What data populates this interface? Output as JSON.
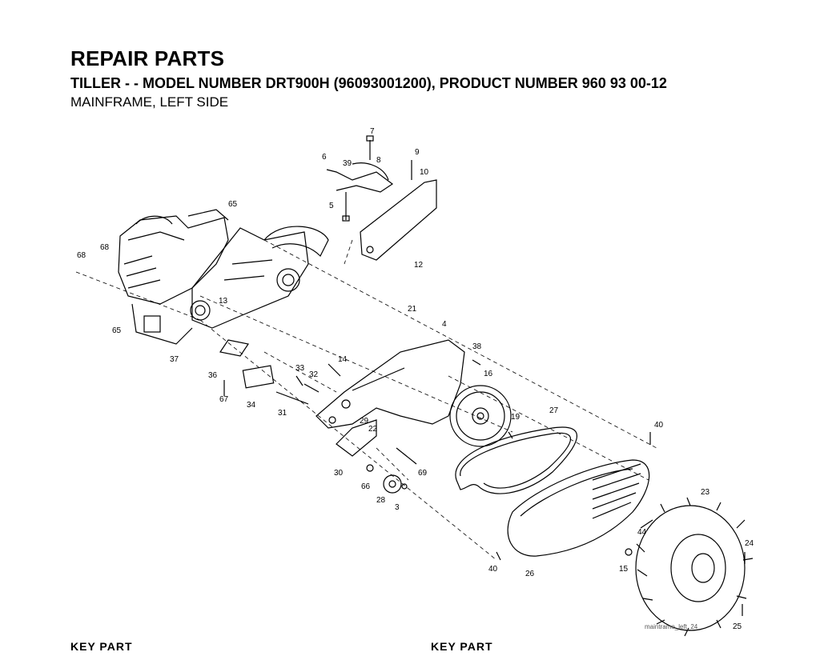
{
  "header": {
    "title": "REPAIR PARTS",
    "subtitle": "TILLER - - MODEL NUMBER DRT900H (96093001200), PRODUCT NUMBER 960 93 00-12",
    "section": "MAINFRAME, LEFT SIDE"
  },
  "diagram": {
    "image_code": "maintrame_left_24",
    "callouts": [
      {
        "id": "c7",
        "text": "7"
      },
      {
        "id": "c6",
        "text": "6"
      },
      {
        "id": "c39",
        "text": "39"
      },
      {
        "id": "c8",
        "text": "8"
      },
      {
        "id": "c9",
        "text": "9"
      },
      {
        "id": "c10",
        "text": "10"
      },
      {
        "id": "c5",
        "text": "5"
      },
      {
        "id": "c65a",
        "text": "65"
      },
      {
        "id": "c68a",
        "text": "68"
      },
      {
        "id": "c68b",
        "text": "68"
      },
      {
        "id": "c12",
        "text": "12"
      },
      {
        "id": "c13",
        "text": "13"
      },
      {
        "id": "c65b",
        "text": "65"
      },
      {
        "id": "c21",
        "text": "21"
      },
      {
        "id": "c4",
        "text": "4"
      },
      {
        "id": "c37",
        "text": "37"
      },
      {
        "id": "c38",
        "text": "38"
      },
      {
        "id": "c14",
        "text": "14"
      },
      {
        "id": "c36",
        "text": "36"
      },
      {
        "id": "c33",
        "text": "33"
      },
      {
        "id": "c32",
        "text": "32"
      },
      {
        "id": "c16",
        "text": "16"
      },
      {
        "id": "c67",
        "text": "67"
      },
      {
        "id": "c34",
        "text": "34"
      },
      {
        "id": "c31",
        "text": "31"
      },
      {
        "id": "c27",
        "text": "27"
      },
      {
        "id": "c19",
        "text": "19"
      },
      {
        "id": "c29",
        "text": "29"
      },
      {
        "id": "c22",
        "text": "22"
      },
      {
        "id": "c40a",
        "text": "40"
      },
      {
        "id": "c30",
        "text": "30"
      },
      {
        "id": "c69",
        "text": "69"
      },
      {
        "id": "c66",
        "text": "66"
      },
      {
        "id": "c28",
        "text": "28"
      },
      {
        "id": "c3",
        "text": "3"
      },
      {
        "id": "c23",
        "text": "23"
      },
      {
        "id": "c44",
        "text": "44"
      },
      {
        "id": "c24",
        "text": "24"
      },
      {
        "id": "c40b",
        "text": "40"
      },
      {
        "id": "c26",
        "text": "26"
      },
      {
        "id": "c15",
        "text": "15"
      },
      {
        "id": "c25",
        "text": "25"
      }
    ]
  },
  "footer": {
    "left_header": "KEY    PART",
    "right_header": "KEY    PART"
  }
}
